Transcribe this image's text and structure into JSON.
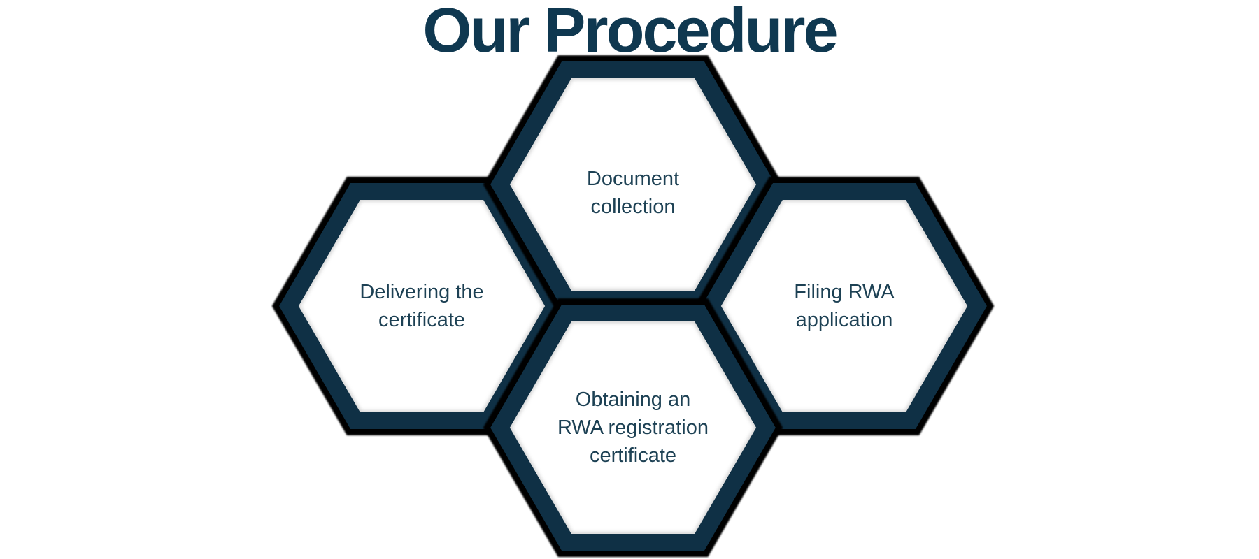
{
  "title": "Our Procedure",
  "colors": {
    "background": "#ffffff",
    "title_text": "#0f3850",
    "hex_border": "#0f3045",
    "hex_outline": "#000000",
    "hex_fill": "#ffffff",
    "hex_inner_glow": "#c7c7c7",
    "label_text": "#1d4154"
  },
  "hexagons": [
    {
      "key": "document-collection",
      "label": "Document\ncollection"
    },
    {
      "key": "delivering-the-certificate",
      "label": "Delivering the\ncertificate"
    },
    {
      "key": "filing-rwa-application",
      "label": "Filing RWA\napplication"
    },
    {
      "key": "obtaining-rwa-registration-certificate",
      "label": "Obtaining an\nRWA registration\ncertificate"
    }
  ]
}
